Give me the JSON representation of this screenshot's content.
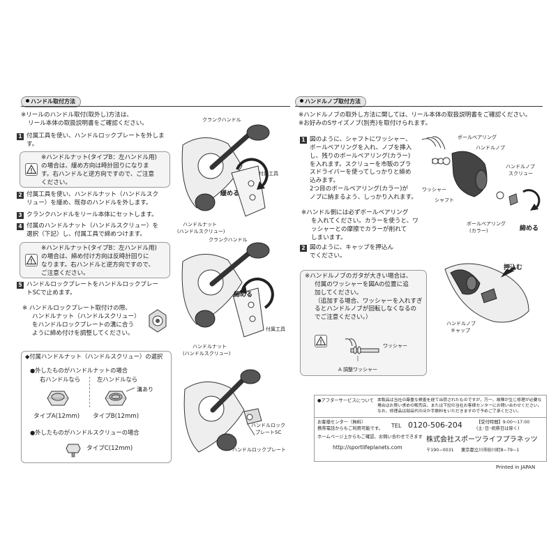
{
  "left": {
    "section_title": "ハンドル取付方法",
    "intro": [
      "※リールのハンドル取付(取外し)方法は、",
      "リール本体の取扱説明書をご確認ください。"
    ],
    "steps": [
      {
        "num": "1",
        "lines": [
          "付属工具を使い、ハンドルロックプレートを外しま",
          "す。"
        ]
      },
      {
        "num": "2",
        "lines": [
          "付属工具を使い、ハンドルナット（ハンドルスク",
          "リュー）を緩め、既存のハンドルを外します。"
        ]
      },
      {
        "num": "3",
        "lines": [
          "クランクハンドルをリール本体にセットします。"
        ]
      },
      {
        "num": "4",
        "lines": [
          "付属のハンドルナット（ハンドルスクリュー）を",
          "選択（下記）し、付属工具で締めつけます。"
        ]
      },
      {
        "num": "5",
        "lines": [
          "ハンドルロックプレートをハンドルロックプレー",
          "トSCで止めます。"
        ]
      }
    ],
    "warn1": [
      "※ハンドルナット(タイプB：左ハンドル用)",
      "の場合は、緩め方向は時計回りになりま",
      "す。右ハンドルと逆方向ですので、ご注意",
      "ください。"
    ],
    "warn2": [
      "※ハンドルナット(タイプB：左ハンドル用)",
      "の場合は、締め付け方向は反時計回りに",
      "なります。右ハンドルと逆方向ですので、",
      "ご注意ください。"
    ],
    "note": [
      "※ ハンドルロックプレート取付けの際、",
      "ハンドルナット（ハンドルスクリュー）",
      "をハンドルロックプレートの溝に合う",
      "ように締め付けを調整してください。"
    ],
    "select_title": "◆付属ハンドルナット（ハンドルスクリュー）の選択",
    "select_nut_case": "●外したものがハンドルナットの場合",
    "right_handle": "右ハンドルなら",
    "left_handle": "左ハンドルなら",
    "groove": "溝あり",
    "type_a": "タイプA(12mm)",
    "type_b": "タイプB(12mm)",
    "select_screw_case": "●外したものがハンドルスクリューの場合",
    "type_c": "タイプC(12mm)",
    "fig_labels": {
      "crank1": "クランクハンドル",
      "tool1": "付属工具",
      "loosen": "緩める",
      "nut1": [
        "ハンドルナット",
        "(ハンドルスクリュー)"
      ],
      "crank2": "クランクハンドル",
      "tighten": "締める",
      "tool2": "付属工具",
      "nut2": [
        "ハンドルナット",
        "(ハンドルスクリュー)"
      ],
      "lockplate_sc": [
        "ハンドルロック",
        "プレートSC"
      ],
      "lockplate": "ハンドルロックプレート"
    }
  },
  "right": {
    "section_title": "ハンドルノブ取付方法",
    "intro": [
      "※ハンドルノブの取外し方法に関しては、リール本体の取扱説明書をご確認ください。",
      "※お好みのSサイズノブ(別売)を取付けられます。"
    ],
    "step1": {
      "num": "1",
      "lines": [
        "図のように、シャフトにワッシャー、",
        "ボールベアリングを入れ、ノブを挿入",
        "し、残りのボールベアリング(カラー)",
        "を入れます。スクリューを市販のプラ",
        "スドライバーを使ってしっかりと締め",
        "込みます。",
        "2つ目のボールベアリング(カラー)が",
        "ノブに納まるよう、しっかり入れます。"
      ]
    },
    "bearing_note": [
      "※ハンドル側には必ずボールベアリング",
      "を入れてください。カラーを使うと、ワ",
      "ッシャーとの摩擦でカラーが削れて",
      "しまいます。"
    ],
    "step2": {
      "num": "2",
      "lines": [
        "図のように、キャップを押込ん",
        "でください。"
      ]
    },
    "warn": [
      "※ハンドルノブのガタが大きい場合は、",
      "付属のワッシャーを図Aの位置に追",
      "加してください。",
      "（追加する場合、ワッシャーを入れすぎ",
      "るとハンドルノブが回転しなくなるの",
      "でご注意ください。）"
    ],
    "fig_labels": {
      "ball_bearing": "ボールベアリング",
      "knob": "ハンドルノブ",
      "screw": [
        "ハンドルノブ",
        "スクリュー"
      ],
      "washer": "ワッシャー",
      "shaft": "シャフト",
      "collar": [
        "ボールベアリング",
        "(カラー)"
      ],
      "tighten": "締める",
      "push": "押込む",
      "cap": [
        "ハンドルノブ",
        "キャップ"
      ],
      "washer2": "ワッシャー",
      "a_washer": "A 調整ワッシャー"
    },
    "footer": {
      "after_service": "●アフターサービスについて",
      "service_text": [
        "本製品は当社の厳重な検査を経て出荷されたものですが、万一、故障が生じ修理が必要な",
        "場合はお買い求めの販売店、または下記の当社お客様センターにお問い合わせください。",
        "なお、修理品は部品代のほか手数料をいただきますので予めご了承ください。"
      ],
      "center": [
        "お客様センター（無料）",
        "携帯電話からもご利用可能です。"
      ],
      "tel_label": "TEL",
      "tel": "0120-506-204",
      "hours": [
        "【受付時間】9:00〜17:00",
        "(土･日･祝祭日は除く)"
      ],
      "homepage": "ホームページ上からもご確認、お問い合わせできます",
      "url": "http://sportlifeplanets.com",
      "company": "株式会社スポーツライフプラネッツ",
      "zip": "〒190−0031",
      "address": "東京都立川市砂川町8−79−1"
    },
    "printed": "Printed in JAPAN"
  },
  "colors": {
    "ink": "#222222",
    "box_bg": "#f4f4f4",
    "tag_bg": "#e6e6e6",
    "step_bg": "#333333"
  }
}
